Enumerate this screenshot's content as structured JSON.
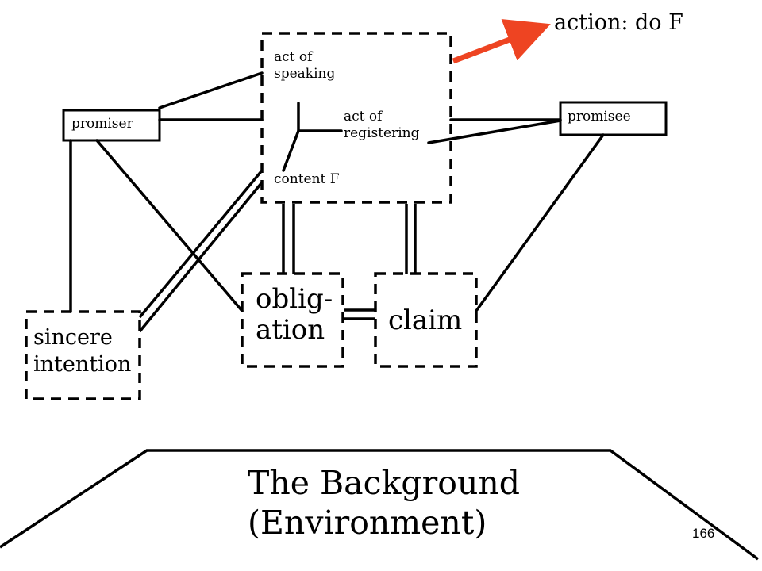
{
  "diagram": {
    "action_label": "action: do F",
    "act_of_speaking": [
      "act of",
      "speaking"
    ],
    "act_of_registering": [
      "act of",
      "registering"
    ],
    "content": "content F",
    "promiser": "promiser",
    "promisee": "promisee",
    "obligation": [
      "oblig-",
      "ation"
    ],
    "claim": "claim",
    "sincere_intention": [
      "sincere",
      "intention"
    ],
    "background": [
      "The Background",
      "(Environment)"
    ]
  },
  "page_number": "166",
  "colors": {
    "arrow": "#ee4422",
    "line": "#000000",
    "background": "#ffffff"
  }
}
